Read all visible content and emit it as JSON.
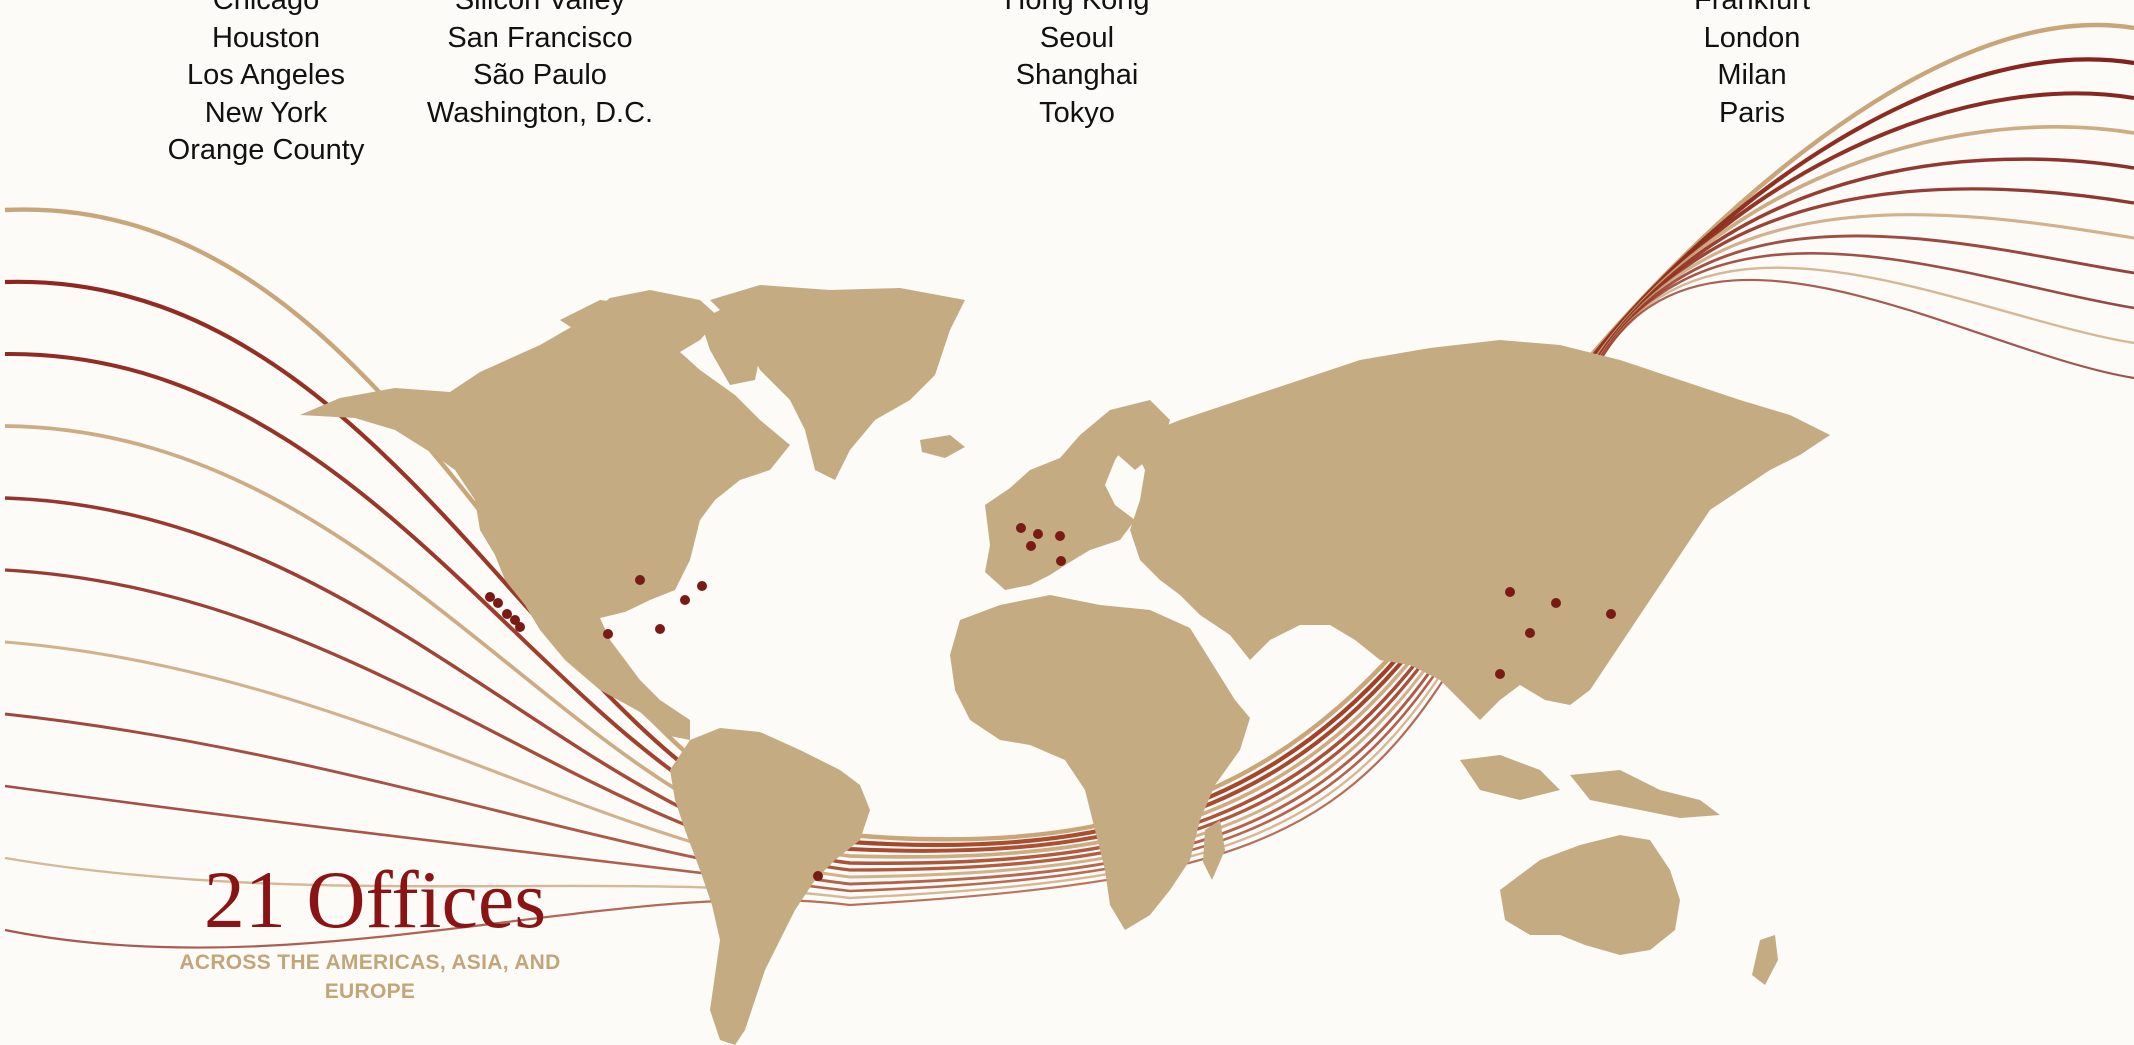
{
  "offices_headline": "21 Offices",
  "offices_subhead": "ACROSS THE AMERICAS, ASIA, AND EUROPE",
  "region_columns": [
    {
      "cities": [
        "Chicago",
        "Houston",
        "Los Angeles",
        "New York",
        "Orange County"
      ]
    },
    {
      "cities": [
        "Silicon Valley",
        "San Francisco",
        "São Paulo",
        "Washington, D.C."
      ]
    },
    {
      "cities": [
        "Hong Kong",
        "Seoul",
        "Shanghai",
        "Tokyo"
      ]
    },
    {
      "cities": [
        "Frankfurt",
        "London",
        "Milan",
        "Paris"
      ]
    }
  ],
  "colors": {
    "background": "#fcfbf7",
    "land": "#c4ab82",
    "office_marker": "#7a1a14",
    "wave_dark": "#8a1e16",
    "wave_light": "#c9a57a",
    "headline": "#8a1414",
    "subhead": "#c2a67a"
  },
  "map_markers": "office-location-dots"
}
